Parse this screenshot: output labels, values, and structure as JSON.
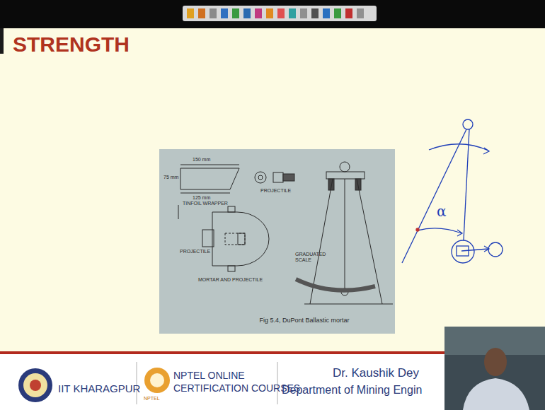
{
  "diagram": {
    "title": "STRENGTH",
    "caption": "Fig 5.4, DuPont Ballastic mortar",
    "labels": [
      "150 mm",
      "75 mm",
      "125 mm",
      "TINFOIL WRAPPER",
      "PROJECTILE",
      "PROJECTILE",
      "MORTAR AND PROJECTILE",
      "GRADUATED SCALE",
      "α",
      "IIT KHARAGPUR",
      "NPTEL ONLINE",
      "CERTIFICATION COURSES",
      "NPTEL",
      "Dr. Kaushik Dey",
      "Department of Mining Engin"
    ]
  }
}
